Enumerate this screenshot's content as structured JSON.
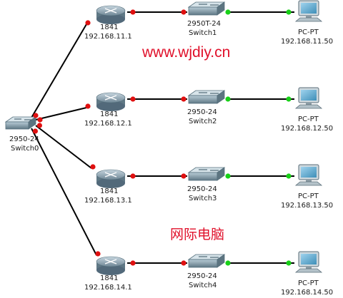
{
  "colors": {
    "link": "#000000",
    "port_down": "#e01010",
    "port_up": "#18d018",
    "watermark": "#e0102a"
  },
  "watermark": {
    "url": "www.wjdiy.cn",
    "cn": "网际电脑"
  },
  "core_switch": {
    "model": "2950-24",
    "name": "Switch0",
    "icon": "switch-icon"
  },
  "branches": [
    {
      "router": {
        "model": "1841",
        "ip": "192.168.11.1",
        "icon": "router-icon"
      },
      "switch": {
        "model": "2950T-24",
        "name": "Switch1",
        "icon": "switch-icon"
      },
      "pc": {
        "model": "PC-PT",
        "ip": "192.168.11.50",
        "icon": "pc-icon"
      }
    },
    {
      "router": {
        "model": "1841",
        "ip": "192.168.12.1",
        "icon": "router-icon"
      },
      "switch": {
        "model": "2950-24",
        "name": "Switch2",
        "icon": "switch-icon"
      },
      "pc": {
        "model": "PC-PT",
        "ip": "192.168.12.50",
        "icon": "pc-icon"
      }
    },
    {
      "router": {
        "model": "1841",
        "ip": "192.168.13.1",
        "icon": "router-icon"
      },
      "switch": {
        "model": "2950-24",
        "name": "Switch3",
        "icon": "switch-icon"
      },
      "pc": {
        "model": "PC-PT",
        "ip": "192.168.13.50",
        "icon": "pc-icon"
      }
    },
    {
      "router": {
        "model": "1841",
        "ip": "192.168.14.1",
        "icon": "router-icon"
      },
      "switch": {
        "model": "2950-24",
        "name": "Switch4",
        "icon": "switch-icon"
      },
      "pc": {
        "model": "PC-PT",
        "ip": "192.168.14.50",
        "icon": "pc-icon"
      }
    }
  ]
}
